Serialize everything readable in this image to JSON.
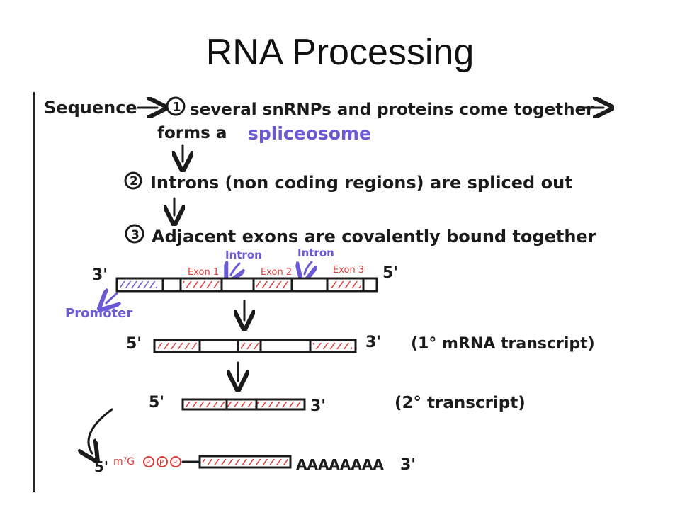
{
  "title": "RNA Processing",
  "steps": {
    "sequence_label": "Sequence",
    "step1_num": "1",
    "step1_text": "several snRNPs and proteins come together",
    "step1_cont": "forms a",
    "spliceosome": "spliceosome",
    "step2_num": "2",
    "step2_text": "Introns (non coding regions) are spliced out",
    "step3_num": "3",
    "step3_text": "Adjacent exons are covalently bound together"
  },
  "diagram": {
    "top_strand": {
      "left_end": "3'",
      "right_end": "5'",
      "exon1": "Exon 1",
      "exon2": "Exon 2",
      "exon3": "Exon 3",
      "intron_a": "Intron",
      "intron_b": "Intron",
      "promoter": "Promoter"
    },
    "primary": {
      "left_end": "5'",
      "right_end": "3'",
      "label": "(1° mRNA transcript)"
    },
    "secondary": {
      "left_end": "5'",
      "right_end": "3'",
      "label": "(2° transcript)"
    },
    "mature": {
      "left_end": "5'",
      "cap": "m⁷G",
      "tail": "AAAAAAAA",
      "right_end": "3'"
    }
  },
  "colors": {
    "ink": "#1b1b1b",
    "blue": "#6b5ad6",
    "red": "#e03a3a"
  }
}
